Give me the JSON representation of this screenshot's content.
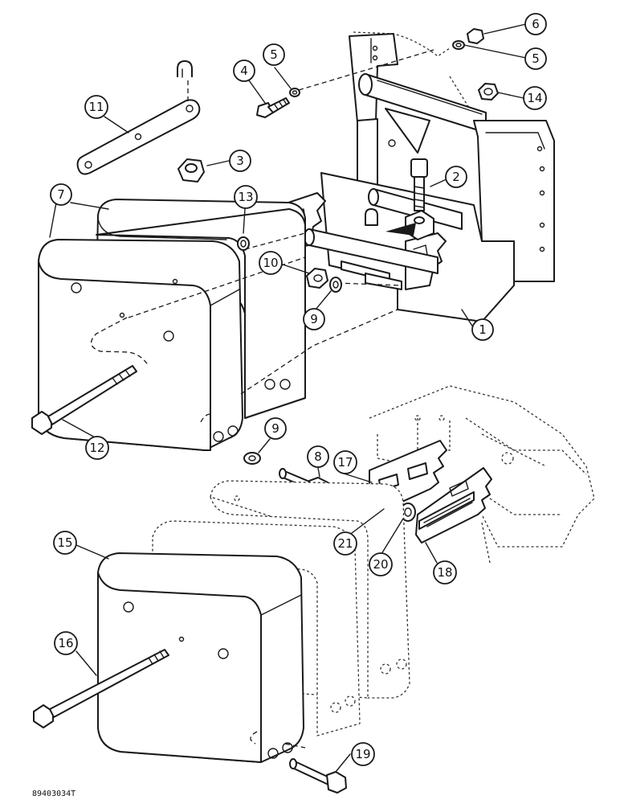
{
  "reference_code": "89403034T",
  "callouts": {
    "c1": "1",
    "c2": "2",
    "c3": "3",
    "c4": "4",
    "c5a": "5",
    "c5b": "5",
    "c6": "6",
    "c7": "7",
    "c8": "8",
    "c9a": "9",
    "c9b": "9",
    "c10": "10",
    "c11": "11",
    "c12": "12",
    "c13": "13",
    "c14": "14",
    "c15": "15",
    "c16": "16",
    "c17": "17",
    "c18": "18",
    "c19": "19",
    "c20": "20",
    "c21": "21"
  }
}
